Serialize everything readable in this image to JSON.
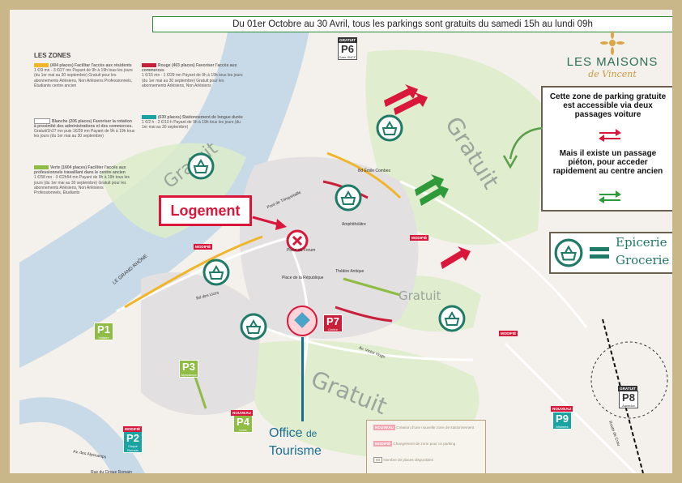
{
  "banner": "Du 01er Octobre au 30 Avril, tous les parkings sont gratuits du samedi 15h au lundi 09h",
  "logo": {
    "title": "LES MAISONS",
    "subtitle": "de Vincent"
  },
  "zones": {
    "title": "LES ZONES",
    "items": [
      {
        "name": "(404 places) Facilitar l'accès aux résidents",
        "text": "1 €/9 mn - 3 €/27 mn Payant de 9h à 19h tous les jours (du 1er mai au 30 septembre) Gratuit pour les abonnements Arlésiens, Non Arlésiens Professionnels, Étudiants centre ancien",
        "color": "#f0b52a"
      },
      {
        "name": "Rouge (403 places) Favoriser l'accès aux commerces",
        "text": "1 €/15 mn - 1 €/29 mn Payant de 9h à 19h tous les jours (du 1er mai au 30 septembre) Gratuit pour les abonnements Arlésiens, Non Arlésiens",
        "color": "#c8203a"
      },
      {
        "name": "Blanche (206 places) Favoriser la rotation à proximité des administrations et des commerces.",
        "text": "Gratuit/1h27 mn puis 1€/29 mn Payant de 9h à 19h tous les jours (du 1er mai au 30 septembre)",
        "color": "#ffffff"
      },
      {
        "name": "(630 places) Stationnement de longue durée",
        "text": "1 €/2 h - 2 €/10 h Payant de 9h à 19h tous les jours (du 1er mai au 30 septembre)",
        "color": "#1aa3a3"
      },
      {
        "name": "Verte (1604 places) Faciliter l'accès aux professionnels travaillant dans le centre ancien",
        "text": "1 €/58 mn - 3 €/2h54 mn Payant de 9h à 19h tous les jours (du 1er mai au 30 septembre) Gratuit pour les abonnements Arlésiens, Non Arlésiens Professionnels, Étudiants",
        "color": "#8fbc45"
      }
    ]
  },
  "parkings": [
    {
      "id": "P1",
      "sub": "Voltaire",
      "color": "#8fbc45"
    },
    {
      "id": "P2",
      "sub": "Cirque Romain",
      "color": "#1aa3a3"
    },
    {
      "id": "P3",
      "sub": "Alyscamps",
      "color": "#8fbc45"
    },
    {
      "id": "P4",
      "sub": "Lices",
      "color": "#8fbc45"
    },
    {
      "id": "P6",
      "sub": "Gare SNCF",
      "color": "#ffffff"
    },
    {
      "id": "P7",
      "sub": "Centre",
      "color": "#c8203a"
    },
    {
      "id": "P8",
      "sub": "Aqueduc",
      "color": "#ffffff"
    },
    {
      "id": "P9",
      "sub": "Minimes",
      "color": "#1aa3a3"
    }
  ],
  "badges": {
    "gratuit": "GRATUIT",
    "modifie": "MODIFIÉ",
    "nouveau": "NOUVEAU"
  },
  "map_labels": {
    "gratuit": "Gratuit",
    "grand_rhone": "LE GRAND RHÔNE",
    "logement": "Logement",
    "office_1": "Office",
    "office_de": "de",
    "office_2": "Tourisme"
  },
  "info_box": {
    "line1": "Cette zone de parking gratuite est accessible via deux passages voiture",
    "line2": "Mais il existe un passage piéton, pour acceder rapidement au centre ancien"
  },
  "epicerie": {
    "fr": "Epicerie",
    "en": "Grocerie"
  },
  "legend": {
    "items": [
      {
        "label": "Création d'une nouvelle zone de stationnement",
        "badge": "NOUVEAU"
      },
      {
        "label": "Changement de zone pour ce parking",
        "badge": "MODIFIÉ"
      },
      {
        "label": "Nombre de places disponibles",
        "badge": "69"
      }
    ]
  },
  "streets": [
    "Pont de Trinquetaille",
    "Bd Émile Combes",
    "Bd des Lices",
    "Av. Victor Hugo",
    "Av. des Alyscamps",
    "Rue du Cirque Romain",
    "Place de la République",
    "Place du Forum",
    "Amphithéâtre",
    "Théâtre Antique",
    "Route de Crau"
  ],
  "colors": {
    "frame": "#c9b78a",
    "green": "#2e8b57",
    "red": "#d8173b",
    "blue": "#1a6e94",
    "teal": "#1aa3a3"
  }
}
